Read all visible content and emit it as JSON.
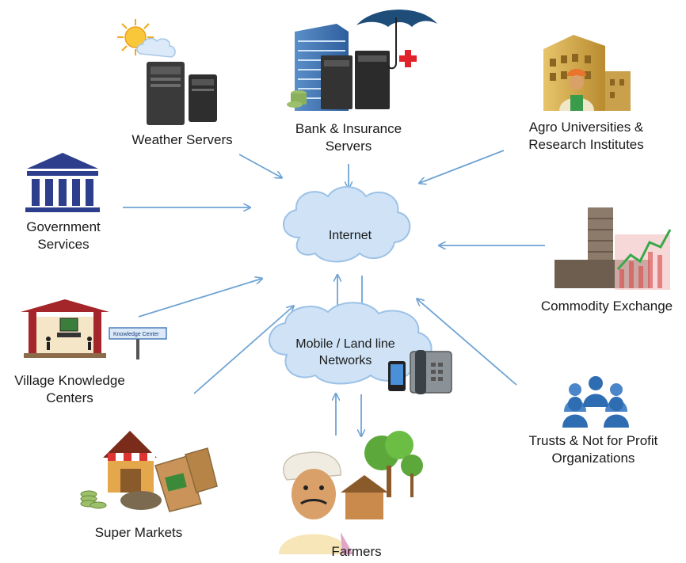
{
  "hub": {
    "internet": "Internet",
    "networks": "Mobile / Land line\nNetworks"
  },
  "nodes": {
    "weather": "Weather Servers",
    "bank": "Bank & Insurance\nServers",
    "agro": "Agro Universities &\nResearch Institutes",
    "government": "Government\nServices",
    "commodity": "Commodity Exchange",
    "village": "Village Knowledge\nCenters",
    "village_sign": "Knowledge Center",
    "trusts": "Trusts  & Not for Profit\nOrganizations",
    "supermarkets": "Super Markets",
    "farmers": "Farmers"
  },
  "colors": {
    "arrow": "#6fa3d4",
    "cloud_fill": "#cfe2f6",
    "cloud_stroke": "#9cc2e6",
    "government_blue": "#2c3e8c",
    "server_gray": "#3a3a3a"
  },
  "icons": {
    "weather": "sun-cloud-server-icon",
    "bank": "bank-building-umbrella-icon",
    "agro": "university-building-icon",
    "government": "government-pillars-icon",
    "commodity": "stock-exchange-building-icon",
    "village": "kiosk-icon",
    "trusts": "people-group-icon",
    "supermarkets": "market-stall-icon",
    "farmers": "farmer-icon",
    "phone": "phone-icon"
  }
}
